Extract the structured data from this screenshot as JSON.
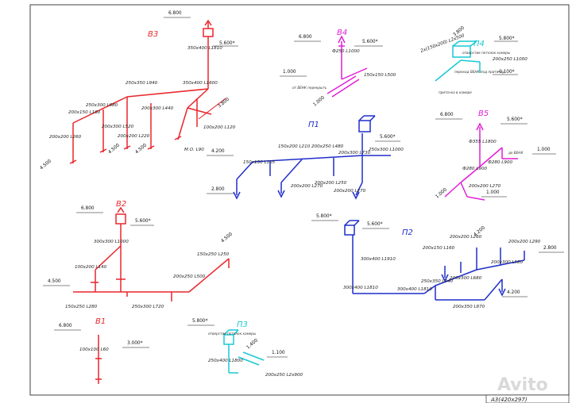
{
  "colors": {
    "red": "#e8262c",
    "blue": "#1f2ec9",
    "magenta": "#e01fd6",
    "cyan": "#19c8d4",
    "black": "#111111"
  },
  "sheet": {
    "format": "А3(420х297)",
    "watermark": "Avito"
  },
  "systems": {
    "V3": {
      "name": "В3",
      "dims": [
        "350х400 L1810",
        "250х350 L940",
        "250х300 L680",
        "200х150 L160",
        "200х300 L520",
        "200х200 L220",
        "200х300 L440",
        "350х400 L1600",
        "200х200 L260",
        "100х200 L120",
        "М.О. L90"
      ],
      "marks": [
        "6.800",
        "5.600*",
        "3.800",
        "4.500",
        "4.500",
        "4.500"
      ]
    },
    "V4": {
      "name": "В4",
      "dims": [
        "Ф250 L1000",
        "150х150 L500"
      ],
      "marks": [
        "6.800",
        "5.600*",
        "1.000",
        "1.000"
      ],
      "notes": [
        "от ВЕНК перекрыть"
      ]
    },
    "P4": {
      "name": "П4",
      "dims": [
        "2х(150х200) L2х500",
        "200х250 L1000"
      ],
      "marks": [
        "3.800",
        "5.800*",
        "-0.100*"
      ],
      "notes": [
        "отверстие потолок камеры",
        "переход ВЕНК под приточку",
        "приточка в камере"
      ]
    },
    "V5": {
      "name": "В5",
      "dims": [
        "Ф355 L1800",
        "Ф280 L900",
        "Ф280 L900",
        "200х200 L270"
      ],
      "marks": [
        "6.800",
        "5.600*",
        "1.000",
        "1.000",
        "1.000"
      ],
      "notes": [
        "до ВЕНК"
      ]
    },
    "P1": {
      "name": "П1",
      "dims": [
        "150х200 L210",
        "200х250 L480",
        "200х300 L730",
        "250х300 L1000",
        "150х150 L105",
        "200х200 L270",
        "200х200 L250",
        "200х200 L270"
      ],
      "marks": [
        "5.600*",
        "4.200",
        "2.800"
      ]
    },
    "V2": {
      "name": "В2",
      "dims": [
        "300х300 L1000",
        "100х200 L140",
        "150х250 L250",
        "200х250 L500",
        "250х300 L720",
        "150х250 L280"
      ],
      "marks": [
        "6.800",
        "5.600*",
        "4.500",
        "4.500"
      ]
    },
    "P2": {
      "name": "П2",
      "dims": [
        "300х400 L1910",
        "300х400 L1810",
        "300х400 L1810",
        "200х150 L160",
        "200х200 L260",
        "250х350 L940",
        "200х300 L680",
        "200х350 L870",
        "200х300 L580",
        "200х200 L290"
      ],
      "marks": [
        "5.800*",
        "5.600*",
        "4.200",
        "4.200",
        "2.800"
      ]
    },
    "V1": {
      "name": "В1",
      "dims": [
        "100х100 L60"
      ],
      "marks": [
        "6.800",
        "3.000*"
      ]
    },
    "P3": {
      "name": "П3",
      "dims": [
        "250х400 L1800",
        "200х250 L2х900"
      ],
      "marks": [
        "5.800*",
        "1.400",
        "1.100"
      ],
      "notes": [
        "отверстие потолок камеры"
      ]
    }
  }
}
